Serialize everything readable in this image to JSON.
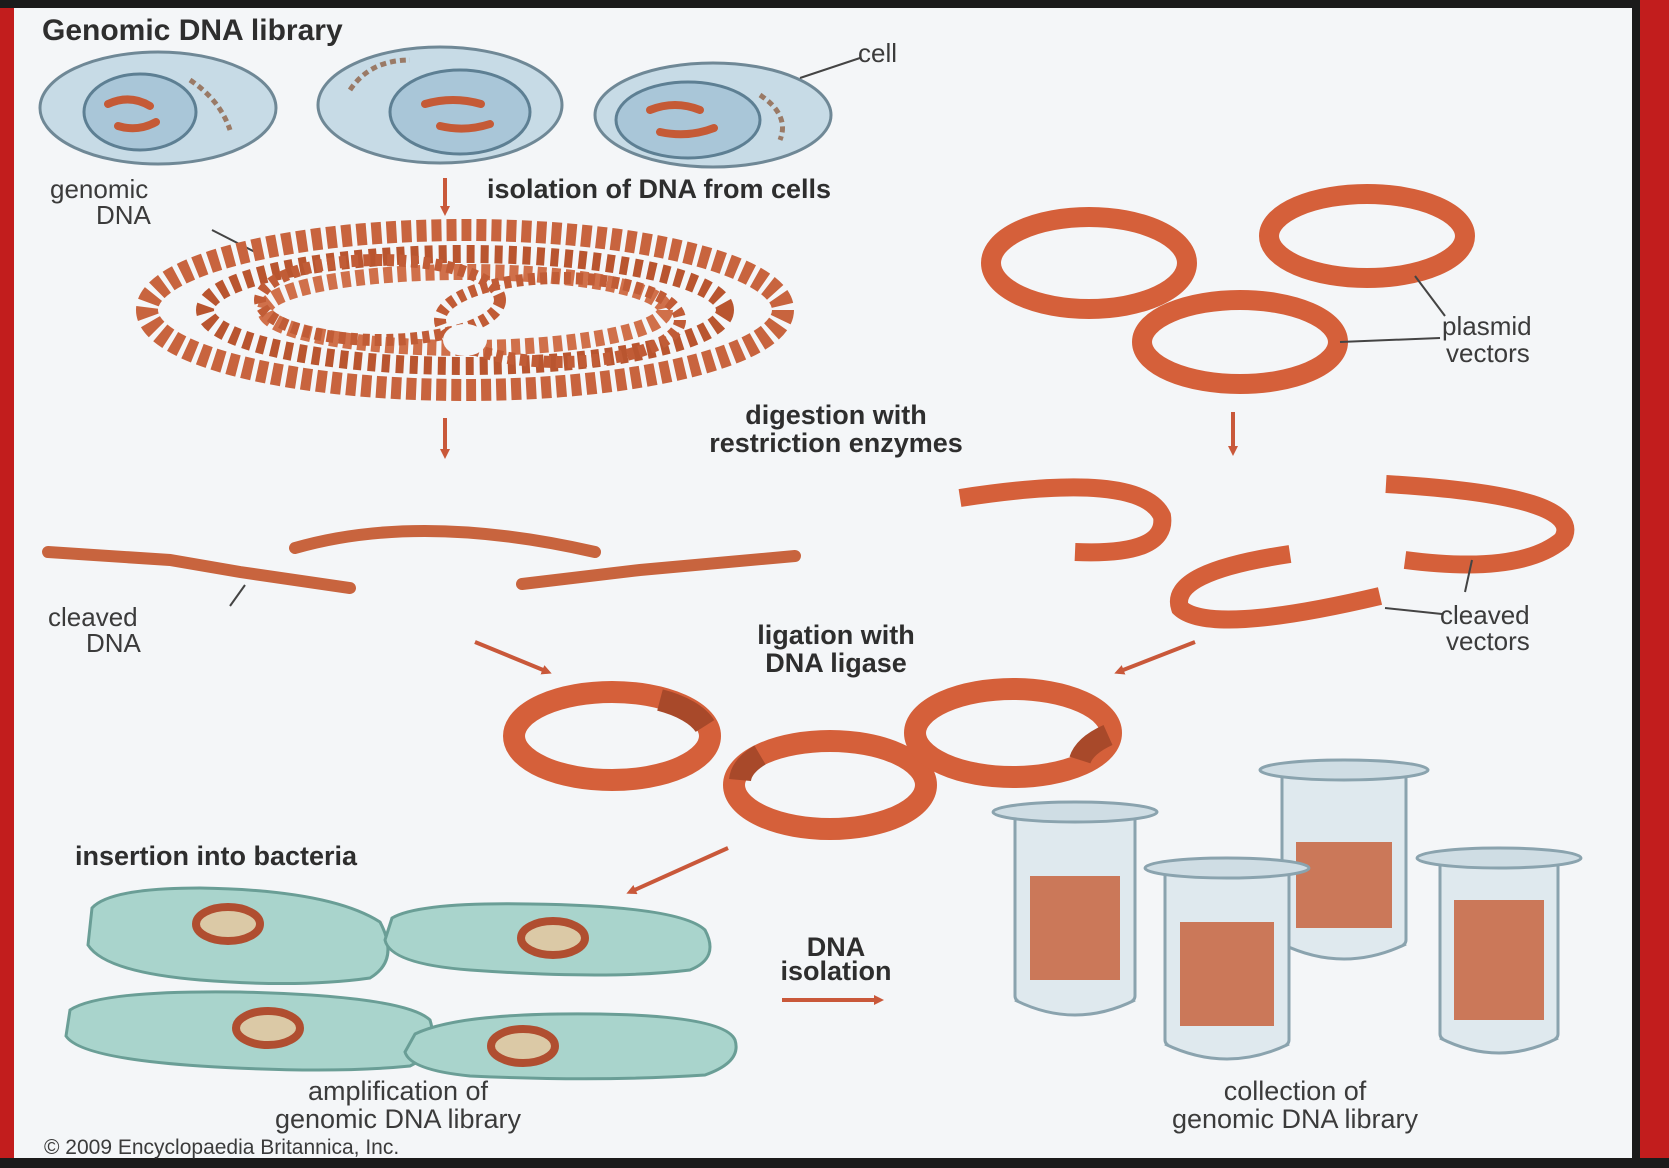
{
  "title": "Genomic DNA library",
  "labels": {
    "cell": "cell",
    "genomic_dna_1": "genomic",
    "genomic_dna_2": "DNA",
    "isolation": "isolation of DNA from cells",
    "plasmid_1": "plasmid",
    "plasmid_2": "vectors",
    "digestion_1": "digestion with",
    "digestion_2": "restriction enzymes",
    "cleaved_dna_1": "cleaved",
    "cleaved_dna_2": "DNA",
    "cleaved_vectors_1": "cleaved",
    "cleaved_vectors_2": "vectors",
    "ligation_1": "ligation with",
    "ligation_2": "DNA ligase",
    "insertion": "insertion into bacteria",
    "dna_isolation_1": "DNA",
    "dna_isolation_2": "isolation",
    "amplification_1": "amplification of",
    "amplification_2": "genomic DNA library",
    "collection_1": "collection of",
    "collection_2": "genomic DNA library"
  },
  "copyright": "© 2009 Encyclopaedia Britannica, Inc.",
  "colors": {
    "frame_red": "#c21d1d",
    "frame_dark": "#1b1b1b",
    "panel": "#f4f6f8",
    "dna": "#c8643e",
    "plasmid": "#d5603a",
    "cell_fill": "#b9d2df",
    "bacteria_fill": "#a9d4cc",
    "arrow": "#c9583a",
    "text": "#3b3b3b"
  }
}
